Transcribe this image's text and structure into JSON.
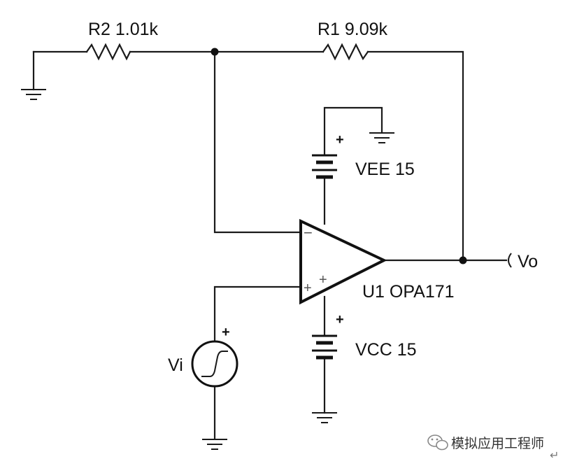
{
  "components": {
    "r2": {
      "label": "R2 1.01k"
    },
    "r1": {
      "label": "R1 9.09k"
    },
    "vee": {
      "label": "VEE 15",
      "polarity": "+"
    },
    "vcc": {
      "label": "VCC 15",
      "polarity": "+"
    },
    "opamp": {
      "label": "U1 OPA171",
      "inverting": "−",
      "noninverting": "+",
      "supply_mark": "+"
    },
    "source": {
      "label": "Vi",
      "polarity": "+"
    },
    "output": {
      "label": "Vo"
    }
  },
  "watermark": {
    "text": "模拟应用工程师",
    "icon": "wechat-icon",
    "trailing_mark": "↵"
  }
}
